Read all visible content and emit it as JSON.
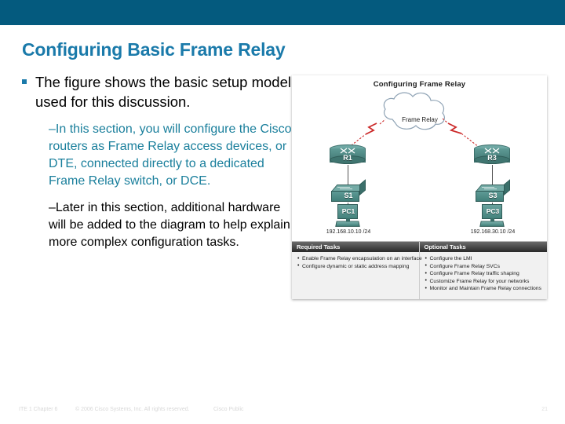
{
  "slide": {
    "title": "Configuring Basic Frame Relay",
    "bullets": [
      {
        "level": 1,
        "marker": "square-bullet",
        "text": "The figure shows the basic setup model used for this discussion."
      },
      {
        "level": 2,
        "marker": "dash",
        "color": "#1a7f9c",
        "text": "–In this section, you will configure the Cisco routers as Frame Relay access devices, or DTE, connected directly to a dedicated Frame Relay switch, or DCE."
      },
      {
        "level": 2,
        "marker": "dash",
        "color": "#000000",
        "text": "–Later in this section, additional hardware will be added to the diagram to help explain more complex configuration tasks."
      }
    ]
  },
  "figure": {
    "caption": "Configuring Frame Relay",
    "cloud_label": "Frame Relay",
    "devices": [
      {
        "id": "r1",
        "type": "router",
        "label": "R1"
      },
      {
        "id": "r3",
        "type": "router",
        "label": "R3"
      },
      {
        "id": "s1",
        "type": "switch",
        "label": "S1"
      },
      {
        "id": "s3",
        "type": "switch",
        "label": "S3"
      },
      {
        "id": "pc1",
        "type": "pc",
        "label": "PC1"
      },
      {
        "id": "pc3",
        "type": "pc",
        "label": "PC3"
      }
    ],
    "ip_labels": [
      {
        "for": "pc1",
        "text": "192.168.10.10 /24"
      },
      {
        "for": "pc3",
        "text": "192.168.30.10 /24"
      }
    ],
    "tasks": {
      "required": {
        "heading": "Required Tasks",
        "items": [
          "Enable Frame Relay encapsulation on an interface",
          "Configure dynamic or static address mapping"
        ]
      },
      "optional": {
        "heading": "Optional Tasks",
        "items": [
          "Configure the LMI",
          "Configure Frame Relay SVCs",
          "Configure Frame Relay traffic shaping",
          "Customize Frame Relay for your networks",
          "Monitor and Maintain Frame Relay connections"
        ]
      }
    }
  },
  "footer": {
    "chapter": "ITE 1 Chapter 6",
    "copyright": "© 2006 Cisco Systems, Inc. All rights reserved.",
    "classification": "Cisco Public",
    "page": "21"
  },
  "colors": {
    "header_band": "#045a7e",
    "title": "#1a7aaa",
    "accent_teal": "#1a7f9c",
    "device_teal": "#4e8a85",
    "serial_link": "#cc2b2b"
  }
}
